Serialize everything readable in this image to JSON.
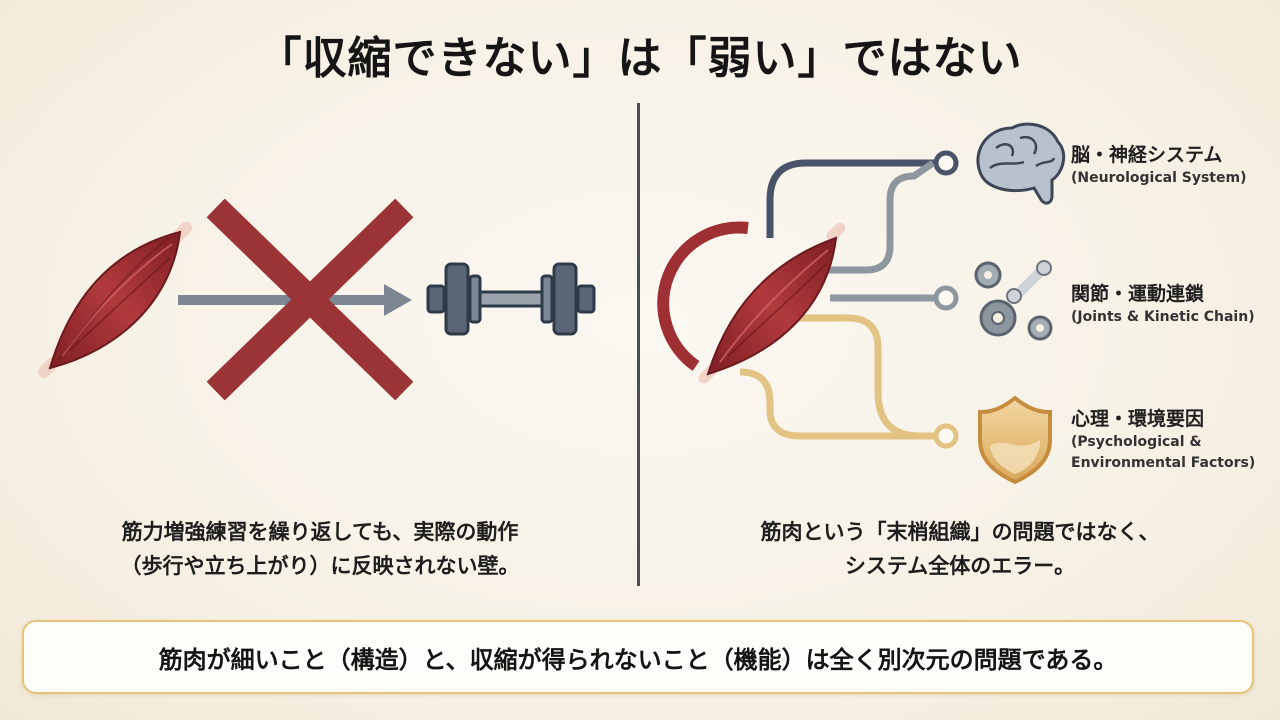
{
  "title": "「収縮できない」は「弱い」ではない",
  "left_caption": {
    "line1": "筋力増強練習を繰り返しても、実際の動作",
    "line2": "（歩行や立ち上がり）に反映されない壁。"
  },
  "right_caption": {
    "line1": "筋肉という「末梢組織」の問題ではなく、",
    "line2": "システム全体のエラー。"
  },
  "factors": [
    {
      "jp": "脳・神経システム",
      "en": "(Neurological System)",
      "icon": "brain-icon"
    },
    {
      "jp": "関節・運動連鎖",
      "en": "(Joints & Kinetic Chain)",
      "icon": "gears-bone-icon"
    },
    {
      "jp": "心理・環境要因",
      "en1": "(Psychological &",
      "en2": "Environmental Factors)",
      "icon": "shield-icon"
    }
  ],
  "bottom_message": "筋肉が細いこと（構造）と、収縮が得られないこと（機能）は全く別次元の問題である。",
  "colors": {
    "muscle": "#9e2f33",
    "cross": "#9b3437",
    "arrow": "#7d8791",
    "neuro_line": "#4a5468",
    "joint_line": "#8f979e",
    "psych_line": "#e3c383",
    "accent_border": "#e6c37b",
    "divider": "#4b4f55"
  }
}
